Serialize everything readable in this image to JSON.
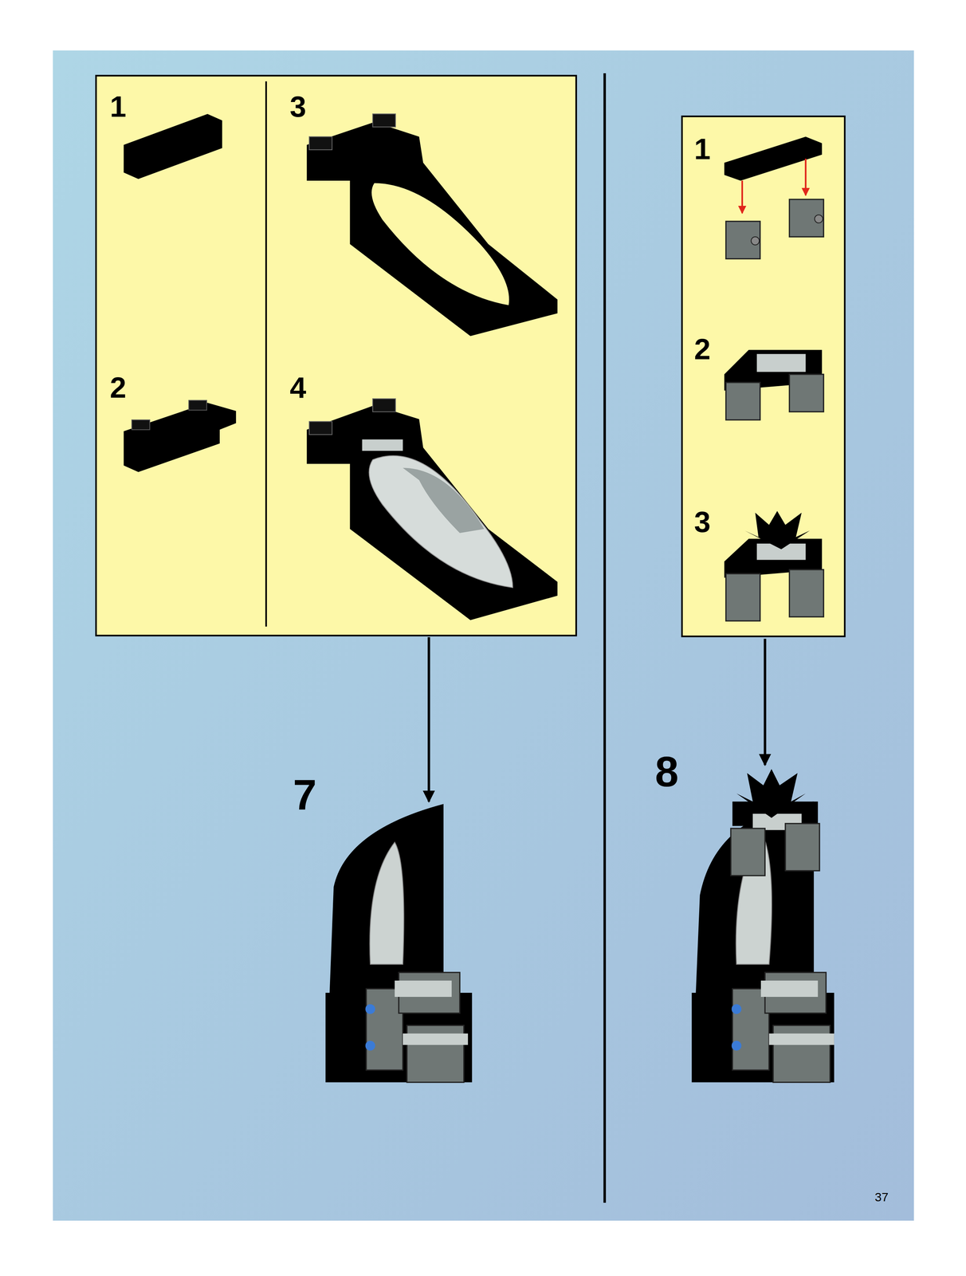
{
  "diagram": {
    "labels": [
      "1",
      "3",
      "2",
      "4",
      "1",
      "2",
      "3",
      "7",
      "8",
      "37"
    ]
  }
}
